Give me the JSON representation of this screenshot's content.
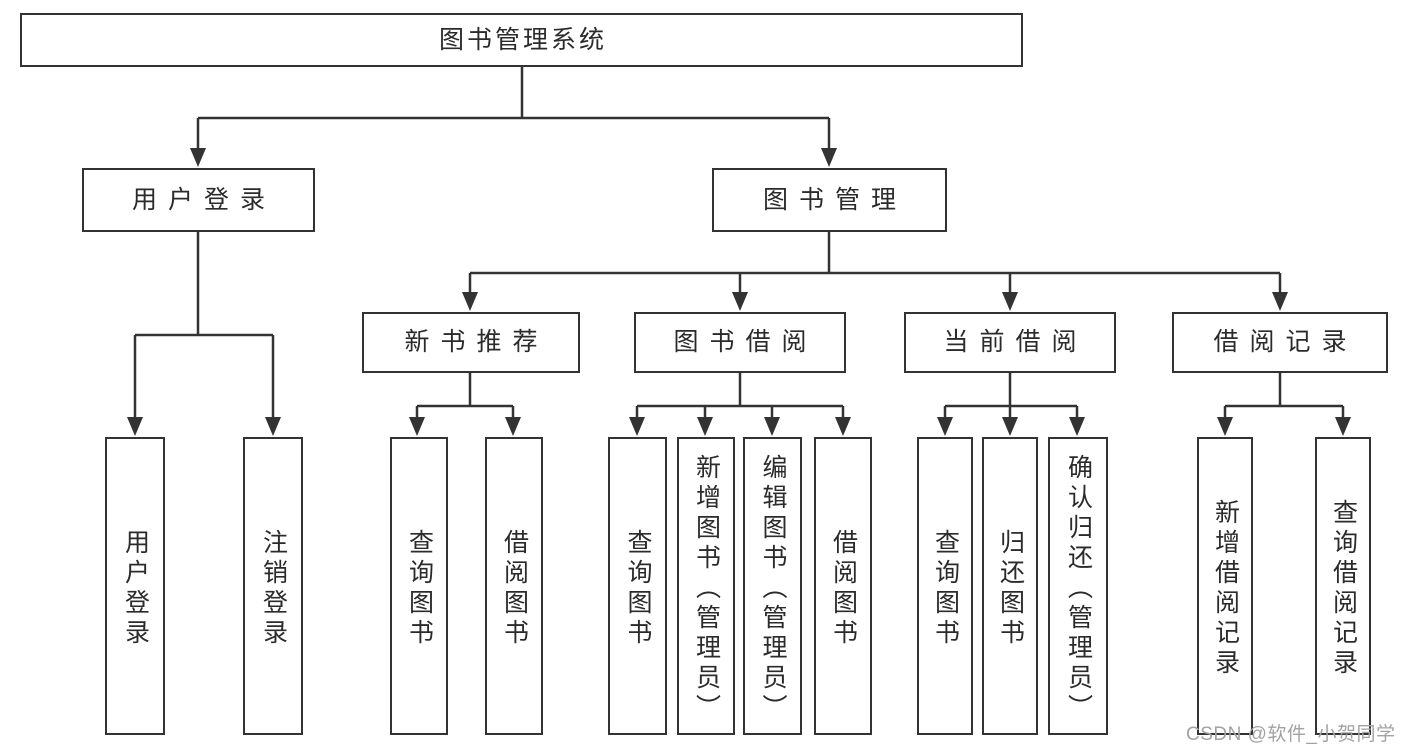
{
  "root": {
    "label": "图书管理系统",
    "children": [
      {
        "label": "用户登录",
        "children": [
          {
            "label": "用户登录"
          },
          {
            "label": "注销登录"
          }
        ]
      },
      {
        "label": "图书管理",
        "children": [
          {
            "label": "新书推荐",
            "children": [
              {
                "label": "查询图书"
              },
              {
                "label": "借阅图书"
              }
            ]
          },
          {
            "label": "图书借阅",
            "children": [
              {
                "label": "查询图书"
              },
              {
                "label": "新增图书（管理员）"
              },
              {
                "label": "编辑图书（管理员）"
              },
              {
                "label": "借阅图书"
              }
            ]
          },
          {
            "label": "当前借阅",
            "children": [
              {
                "label": "查询图书"
              },
              {
                "label": "归还图书"
              },
              {
                "label": "确认归还（管理员）"
              }
            ]
          },
          {
            "label": "借阅记录",
            "children": [
              {
                "label": "新增借阅记录"
              },
              {
                "label": "查询借阅记录"
              }
            ]
          }
        ]
      }
    ]
  },
  "watermark": "CSDN @软件_小贺同学",
  "colors": {
    "line": "#333333",
    "text": "#2b2b2b",
    "watermark": "#a3a3a3",
    "background": "#ffffff"
  }
}
